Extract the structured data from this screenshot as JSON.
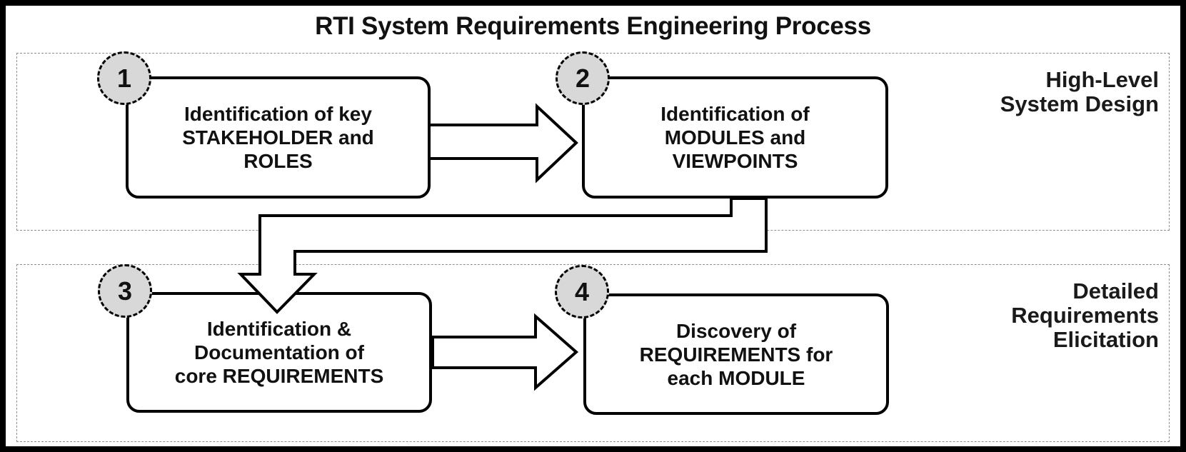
{
  "title": "RTI System Requirements Engineering Process",
  "bands": [
    {
      "label": "High-Level\nSystem Design"
    },
    {
      "label": "Detailed\nRequirements\nElicitation"
    }
  ],
  "steps": [
    {
      "number": "1",
      "text": "Identification of key\nSTAKEHOLDER and\nROLES"
    },
    {
      "number": "2",
      "text": "Identification of\nMODULES and\nVIEWPOINTS"
    },
    {
      "number": "3",
      "text": "Identification &\nDocumentation of\ncore REQUIREMENTS"
    },
    {
      "number": "4",
      "text": "Discovery of\nREQUIREMENTS for\neach MODULE"
    }
  ],
  "colors": {
    "badge_fill": "#d8d8d8",
    "stroke": "#000000",
    "band_border": "#8f8f8f",
    "background": "#ffffff"
  }
}
